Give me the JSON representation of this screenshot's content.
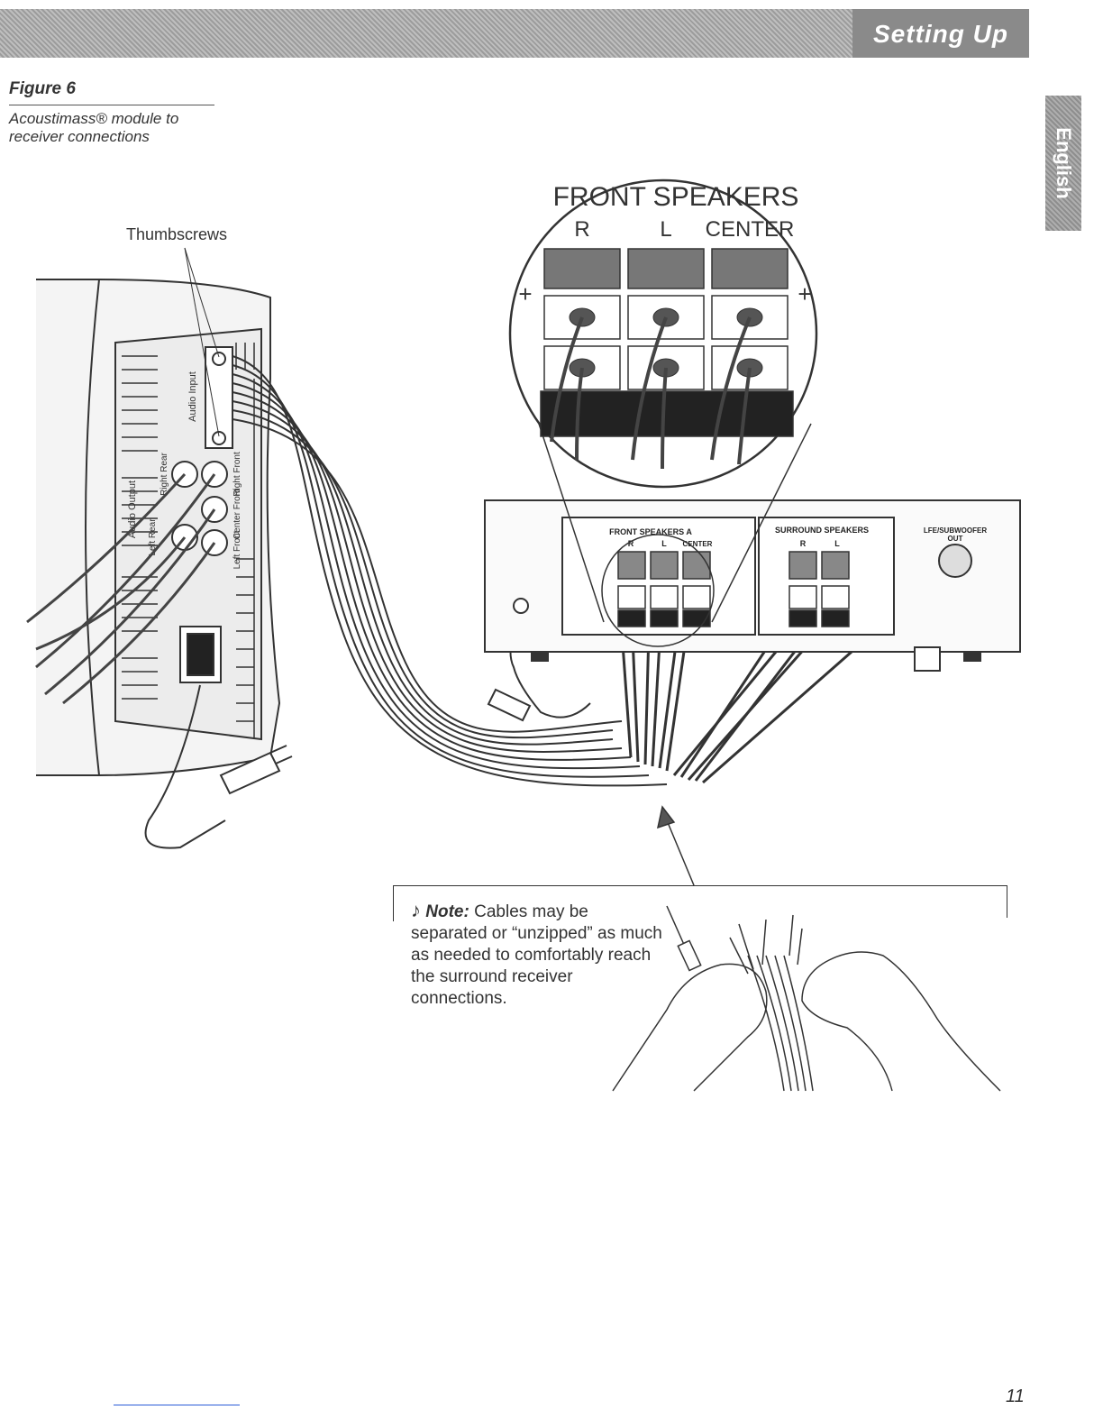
{
  "header": {
    "title": "Setting Up"
  },
  "side_tab": {
    "label": "English"
  },
  "figure": {
    "label": "Figure 6",
    "caption": "Acoustimass® module to receiver connections"
  },
  "callouts": {
    "thumbscrews": "Thumbscrews"
  },
  "module_panel": {
    "audio_input": "Audio Input",
    "audio_output": "Audio Output",
    "jacks": [
      "Right Rear",
      "Left Rear",
      "Right Front",
      "Center Front",
      "Left Front"
    ]
  },
  "zoom_inset": {
    "title": "FRONT SPEAKERS",
    "channels": [
      "R",
      "L",
      "CENTER"
    ],
    "plus": "+",
    "minus": "-"
  },
  "receiver": {
    "front_group": {
      "title": "FRONT SPEAKERS A",
      "channels": [
        "R",
        "L",
        "CENTER"
      ]
    },
    "surround_group": {
      "title": "SURROUND SPEAKERS",
      "channels": [
        "R",
        "L"
      ]
    },
    "sub_out": {
      "line1": "LFE/SUBWOOFER",
      "line2": "OUT"
    }
  },
  "note": {
    "label": "Note:",
    "text": "Cables may be separated or “unzipped” as much as needed to comfortably reach the surround receiver connections."
  },
  "page": {
    "number": "11"
  },
  "colors": {
    "header_band": "#a9a9a9",
    "tab": "#8a8a8a",
    "ink": "#333333"
  }
}
